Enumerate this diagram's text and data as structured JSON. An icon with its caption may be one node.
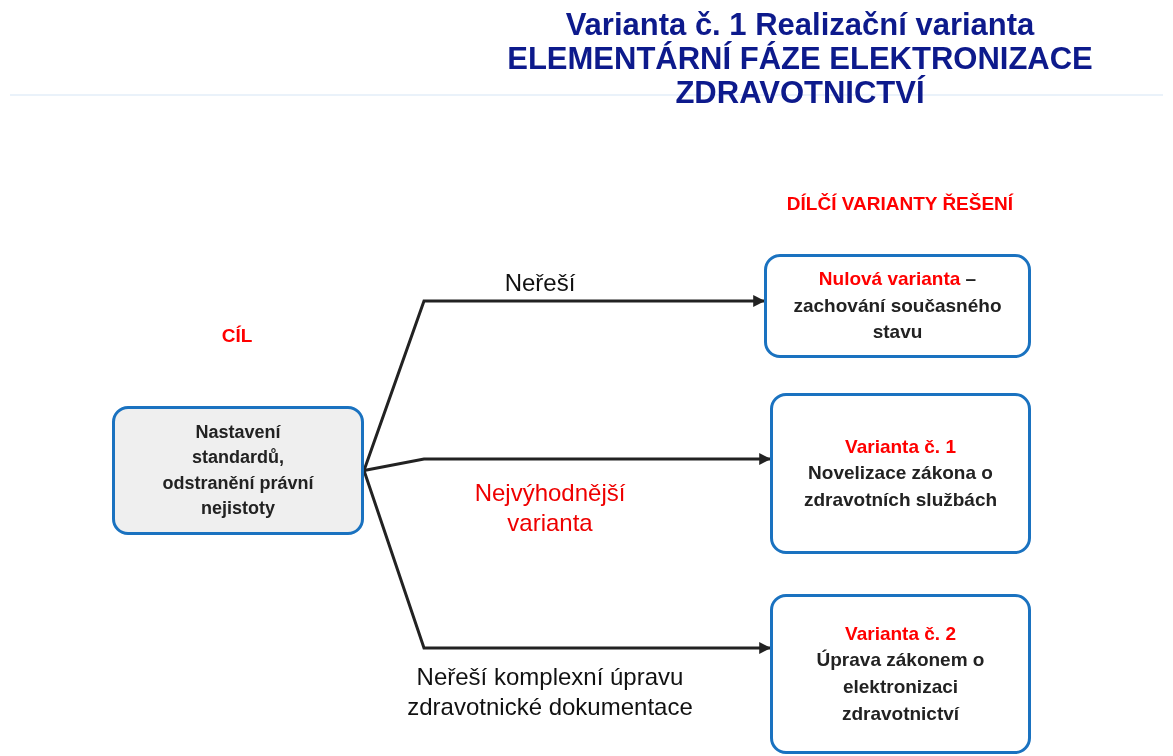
{
  "diagram": {
    "title": "Varianta č. 1 Realizační varianta ELEMENTÁRNÍ FÁZE ELEKTRONIZACE ZDRAVOTNICTVÍ",
    "nodes": [
      {
        "text": [
          "Nastavení standardů, odstranění právní nejistoty"
        ]
      },
      {
        "text": [
          "Nulová varianta",
          "– zachování současného stavu"
        ]
      },
      {
        "text": [
          "Varianta č. 1",
          "Novelizace zákona o zdravotních službách"
        ]
      },
      {
        "text": [
          "Varianta č. 2",
          "Úprava zákonem o elektronizaci zdravotnictví"
        ]
      }
    ],
    "edges": [
      {
        "from": 0,
        "to": 1,
        "arrow": "to",
        "label": "Neřeší"
      },
      {
        "from": 0,
        "to": 2,
        "arrow": "to",
        "label": "Nejvýhodnější varianta"
      },
      {
        "from": 0,
        "to": 3,
        "arrow": "to",
        "label": "Neřeší komplexní úpravu zdravotnické dokumentace"
      }
    ],
    "labels": [
      "DÍLČÍ VARIANTY ŘEŠENÍ",
      "CÍL"
    ]
  }
}
